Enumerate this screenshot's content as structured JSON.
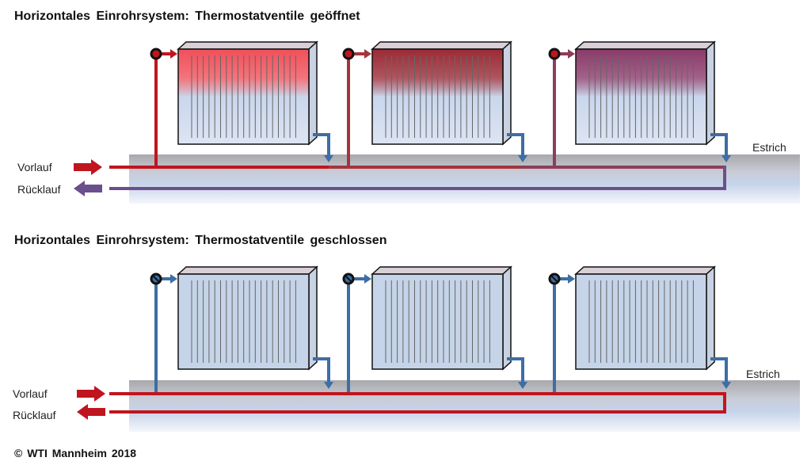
{
  "sections": [
    {
      "title": "Horizontales Einrohrsystem: Thermostatventile geöffnet",
      "state": "open",
      "supply_label": "Vorlauf",
      "return_label": "Rücklauf",
      "floor_label": "Estrich",
      "radiator_top_colors": [
        "#f0505a",
        "#9a2a35",
        "#8a3a6a"
      ],
      "pipe_colors": [
        "#c0151f",
        "#a4343c",
        "#8e3d5c"
      ],
      "return_color": "#6b4f8c"
    },
    {
      "title": "Horizontales Einrohrsystem: Thermostatventile geschlossen",
      "state": "closed",
      "supply_label": "Vorlauf",
      "return_label": "Rücklauf",
      "floor_label": "Estrich",
      "pipe_color": "#c0151f",
      "branch_color": "#3d6ea5"
    }
  ],
  "copyright": "© WTI Mannheim 2018"
}
